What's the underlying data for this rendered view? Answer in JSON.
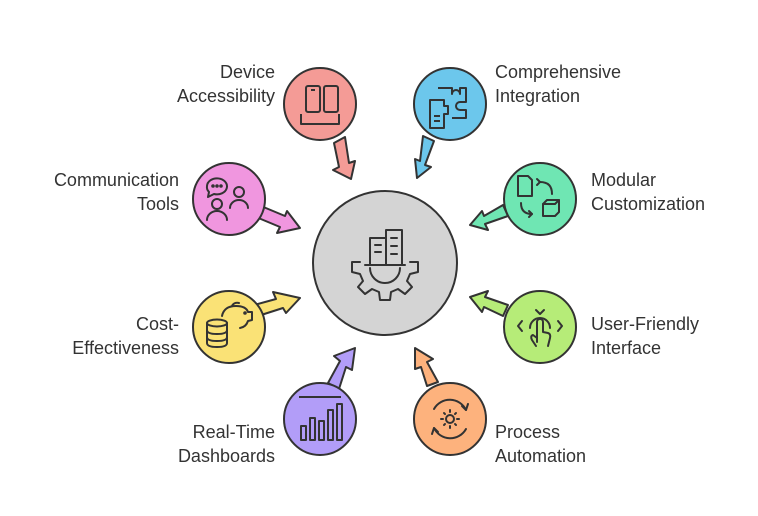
{
  "colors": {
    "hub_fill": "#d4d4d4",
    "stroke": "#333333",
    "device": "#f49b96",
    "integration": "#6cc7ec",
    "modular": "#6fe6b3",
    "communication": "#f096df",
    "userfriendly": "#b6ec78",
    "cost": "#fae276",
    "dashboards": "#b29df8",
    "process": "#fdb27d"
  },
  "hub": {
    "icon": "gear-with-buildings-icon"
  },
  "nodes": {
    "device": {
      "line1": "Device",
      "line2": "Accessibility",
      "icon": "devices-icon"
    },
    "integration": {
      "line1": "Comprehensive",
      "line2": "Integration",
      "icon": "puzzle-icon"
    },
    "modular": {
      "line1": "Modular",
      "line2": "Customization",
      "icon": "modules-icon"
    },
    "communication": {
      "line1": "Communication",
      "line2": "Tools",
      "icon": "chat-users-icon"
    },
    "userfriendly": {
      "line1": "User-Friendly",
      "line2": "Interface",
      "icon": "touch-icon"
    },
    "cost": {
      "line1": "Cost-",
      "line2": "Effectiveness",
      "icon": "piggy-bank-icon"
    },
    "dashboards": {
      "line1": "Real-Time",
      "line2": "Dashboards",
      "icon": "bar-chart-icon"
    },
    "process": {
      "line1": "Process",
      "line2": "Automation",
      "icon": "cycle-gear-icon"
    }
  }
}
